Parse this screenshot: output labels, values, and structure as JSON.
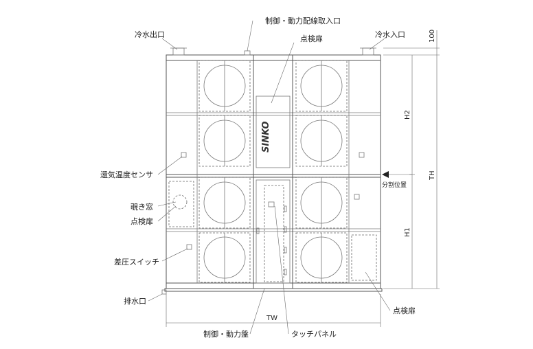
{
  "labels": {
    "control_power_wiring_inlet": "制御・動力配線取入口",
    "access_door_top": "点検扉",
    "chilled_water_outlet": "冷水出口",
    "chilled_water_inlet": "冷水入口",
    "return_air_temp_sensor": "還気温度センサ",
    "sight_window": "覗き窓",
    "access_door_left": "点検扉",
    "differential_pressure_switch": "差圧スイッチ",
    "drain_outlet": "排水口",
    "access_door_right": "点検扉",
    "control_power_panel": "制御・動力盤",
    "touch_panel": "タッチパネル",
    "split_position": "分割位置"
  },
  "dimensions": {
    "top_offset": "100",
    "h2": "H2",
    "h1": "H1",
    "th": "TH",
    "tw": "TW"
  },
  "logo": "SINKO"
}
